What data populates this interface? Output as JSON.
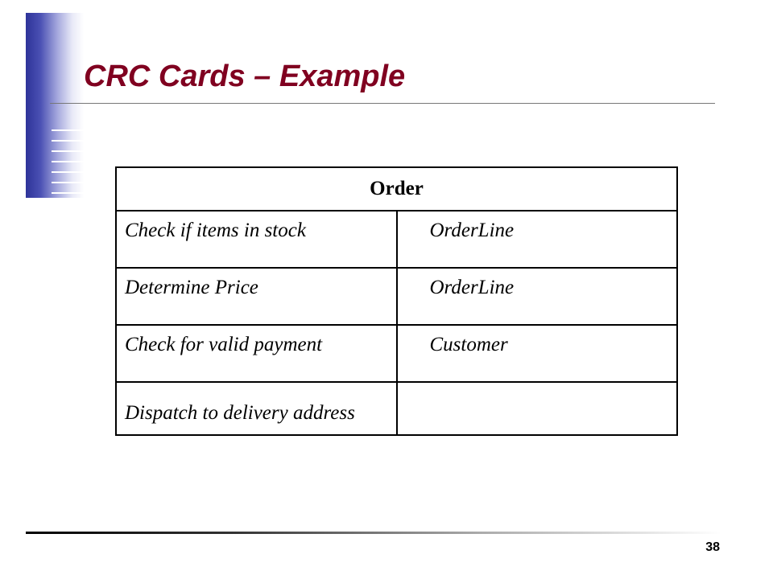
{
  "slide": {
    "title": "CRC Cards – Example",
    "page_number": "38",
    "colors": {
      "title": "#800020",
      "side_bar": "#2e3399"
    }
  },
  "crc_card": {
    "class_name": "Order",
    "rows": [
      {
        "responsibility": "Check if items in stock",
        "collaborator": "OrderLine"
      },
      {
        "responsibility": "Determine Price",
        "collaborator": "OrderLine"
      },
      {
        "responsibility": "Check for valid payment",
        "collaborator": "Customer"
      },
      {
        "responsibility": "Dispatch to delivery address",
        "collaborator": ""
      }
    ]
  }
}
